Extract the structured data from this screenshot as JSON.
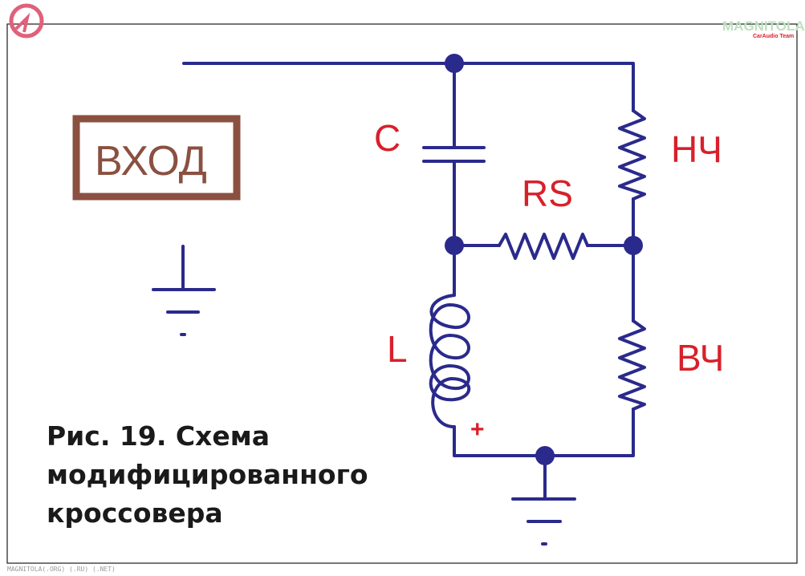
{
  "labels": {
    "capacitor": "C",
    "resistor_series": "RS",
    "resistor_low": "НЧ",
    "resistor_high": "ВЧ",
    "inductor": "L",
    "polarity": "+",
    "input": "ВХОД"
  },
  "caption": {
    "line1": "Рис. 19. Схема",
    "line2": "модифицированного",
    "line3": "кроссовера"
  },
  "logo": {
    "name": "MAGNITOLA",
    "tagline": "CarAudio Team"
  },
  "watermark": "MAGNITOLA(.ORG) (.RU) (.NET)",
  "colors": {
    "wire": "#2a2a8c",
    "label": "#d8202b",
    "input_box": "#8a5040"
  }
}
